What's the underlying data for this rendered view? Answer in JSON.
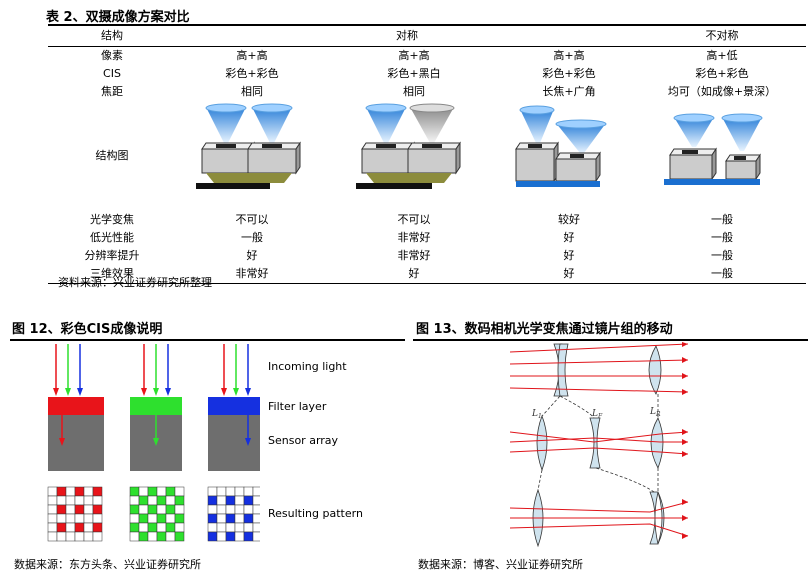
{
  "table2": {
    "title": "表 2、双摄成像方案对比",
    "header": [
      "结构",
      "对称",
      "不对称"
    ],
    "rows": [
      {
        "label": "像素",
        "cells": [
          "高+高",
          "高+高",
          "高+高",
          "高+低"
        ]
      },
      {
        "label": "CIS",
        "cells": [
          "彩色+彩色",
          "彩色+黑白",
          "彩色+彩色",
          "彩色+彩色"
        ]
      },
      {
        "label": "焦距",
        "cells": [
          "相同",
          "相同",
          "长焦+广角",
          "均可（如成像+景深）"
        ]
      },
      {
        "label": "结构图",
        "cells": [
          "",
          "",
          "",
          ""
        ]
      },
      {
        "label": "光学变焦",
        "cells": [
          "不可以",
          "不可以",
          "较好",
          "一般"
        ]
      },
      {
        "label": "低光性能",
        "cells": [
          "一般",
          "非常好",
          "好",
          "一般"
        ]
      },
      {
        "label": "分辨率提升",
        "cells": [
          "好",
          "非常好",
          "好",
          "一般"
        ]
      },
      {
        "label": "三维效果",
        "cells": [
          "非常好",
          "好",
          "好",
          "一般"
        ]
      }
    ],
    "source": "资料来源：兴业证券研究所整理"
  },
  "fig12": {
    "title": "图 12、彩色CIS成像说明",
    "labels": {
      "incoming": "Incoming light",
      "filter": "Filter layer",
      "sensor": "Sensor array",
      "pattern": "Resulting pattern"
    },
    "filter_colors": [
      "#e8141a",
      "#2ee02e",
      "#1530e0"
    ],
    "source": "数据来源：东方头条、兴业证券研究所"
  },
  "fig13": {
    "title": "图 13、数码相机光学变焦通过镜片组的移动",
    "lens_labels": [
      "L",
      "L",
      "L"
    ],
    "lens_subs": [
      "1",
      "F",
      "R"
    ],
    "source": "数据来源：博客、兴业证券研究所"
  }
}
